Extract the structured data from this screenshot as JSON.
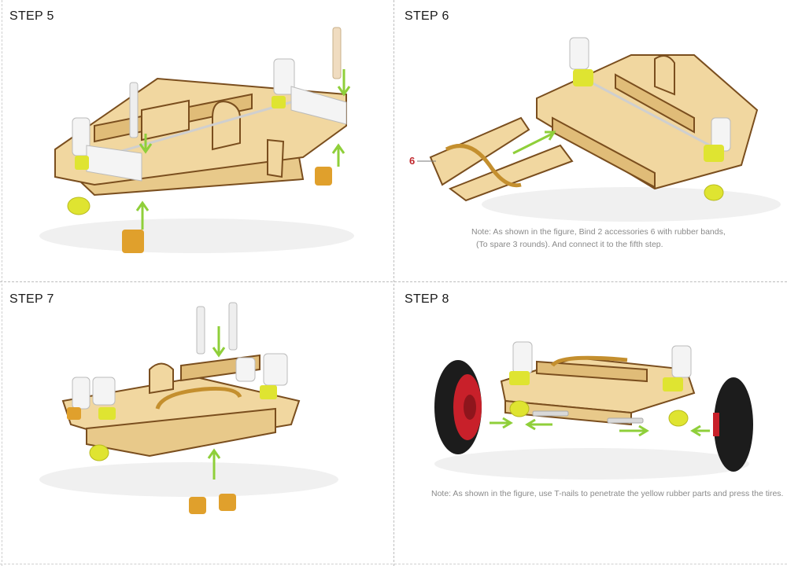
{
  "steps": [
    {
      "title": "STEP 5"
    },
    {
      "title": "STEP 6",
      "callout": "6",
      "note": [
        "Note: As shown in the figure, Bind 2 accessories 6 with rubber bands,",
        "(To spare 3 rounds). And connect it to the fifth step."
      ]
    },
    {
      "title": "STEP 7"
    },
    {
      "title": "STEP 8",
      "note": [
        "Note: As shown in the figure, use T-nails to penetrate the yellow rubber parts and press the tires."
      ]
    }
  ],
  "colors": {
    "wood": "#f1d7a0",
    "wood_edge": "#7a4e1e",
    "plastic": "#f2f2f2",
    "rubber": "#dfe431",
    "spacer": "#e0a02c",
    "arrow": "#8fcf3a",
    "tire": "#1c1c1c",
    "rim": "#c8202a",
    "callout": "#c0262c"
  }
}
